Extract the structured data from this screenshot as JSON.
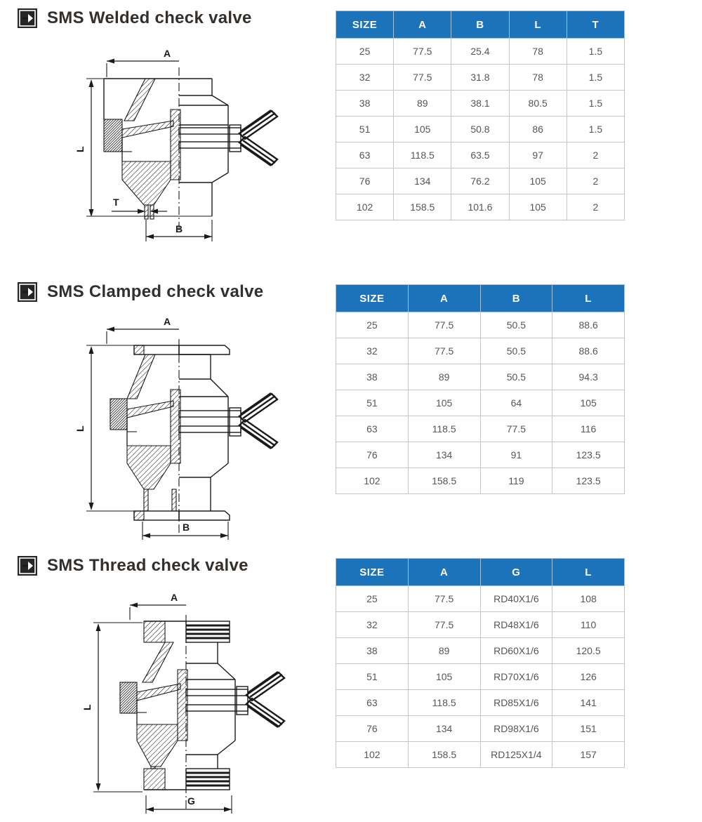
{
  "colors": {
    "table_header_bg": "#1d73ba",
    "table_header_text": "#ffffff",
    "table_border": "#c6c6c6",
    "cell_text": "#55565a",
    "heading_text": "#332f2c",
    "drawing_line": "#1a1a1a"
  },
  "sections": [
    {
      "id": "welded",
      "heading": "SMS Welded check valve",
      "drawing_labels": {
        "A": "A",
        "L": "L",
        "B": "B",
        "T": "T"
      },
      "table": {
        "headers": [
          "SIZE",
          "A",
          "B",
          "L",
          "T"
        ],
        "rows": [
          [
            "25",
            "77.5",
            "25.4",
            "78",
            "1.5"
          ],
          [
            "32",
            "77.5",
            "31.8",
            "78",
            "1.5"
          ],
          [
            "38",
            "89",
            "38.1",
            "80.5",
            "1.5"
          ],
          [
            "51",
            "105",
            "50.8",
            "86",
            "1.5"
          ],
          [
            "63",
            "118.5",
            "63.5",
            "97",
            "2"
          ],
          [
            "76",
            "134",
            "76.2",
            "105",
            "2"
          ],
          [
            "102",
            "158.5",
            "101.6",
            "105",
            "2"
          ]
        ]
      }
    },
    {
      "id": "clamped",
      "heading": "SMS Clamped check valve",
      "drawing_labels": {
        "A": "A",
        "L": "L",
        "B": "B"
      },
      "table": {
        "headers": [
          "SIZE",
          "A",
          "B",
          "L"
        ],
        "rows": [
          [
            "25",
            "77.5",
            "50.5",
            "88.6"
          ],
          [
            "32",
            "77.5",
            "50.5",
            "88.6"
          ],
          [
            "38",
            "89",
            "50.5",
            "94.3"
          ],
          [
            "51",
            "105",
            "64",
            "105"
          ],
          [
            "63",
            "118.5",
            "77.5",
            "116"
          ],
          [
            "76",
            "134",
            "91",
            "123.5"
          ],
          [
            "102",
            "158.5",
            "119",
            "123.5"
          ]
        ]
      }
    },
    {
      "id": "thread",
      "heading": "SMS Thread check valve",
      "drawing_labels": {
        "A": "A",
        "L": "L",
        "G": "G"
      },
      "table": {
        "headers": [
          "SIZE",
          "A",
          "G",
          "L"
        ],
        "rows": [
          [
            "25",
            "77.5",
            "RD40X1/6",
            "108"
          ],
          [
            "32",
            "77.5",
            "RD48X1/6",
            "110"
          ],
          [
            "38",
            "89",
            "RD60X1/6",
            "120.5"
          ],
          [
            "51",
            "105",
            "RD70X1/6",
            "126"
          ],
          [
            "63",
            "118.5",
            "RD85X1/6",
            "141"
          ],
          [
            "76",
            "134",
            "RD98X1/6",
            "151"
          ],
          [
            "102",
            "158.5",
            "RD125X1/4",
            "157"
          ]
        ]
      }
    }
  ]
}
